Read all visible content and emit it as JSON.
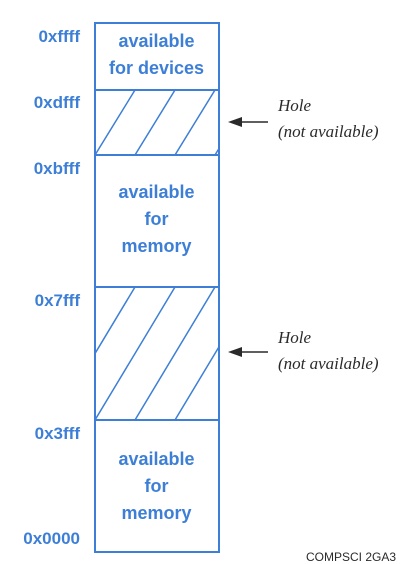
{
  "addresses": [
    "0xffff",
    "0xdfff",
    "0xbfff",
    "0x7fff",
    "0x3fff",
    "0x0000"
  ],
  "blocks": {
    "devices": [
      "available",
      "for devices"
    ],
    "memory_upper": [
      "available",
      "for",
      "memory"
    ],
    "memory_lower": [
      "available",
      "for",
      "memory"
    ]
  },
  "holes": [
    {
      "title": "Hole",
      "note": "(not available)"
    },
    {
      "title": "Hole",
      "note": "(not available)"
    }
  ],
  "footer": "COMPSCI 2GA3",
  "colors": {
    "accent": "#3d7fd6",
    "arrow": "#2a2a2a",
    "text": "#2a2a2a"
  }
}
